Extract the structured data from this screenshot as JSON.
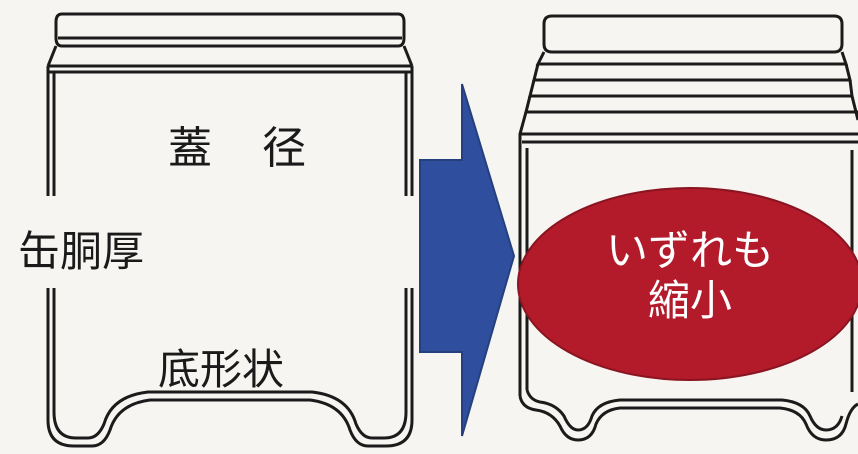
{
  "labels": {
    "lid_diameter": "蓋 径",
    "can_wall_thickness": "缶胴厚",
    "bottom_shape": "底形状"
  },
  "result": {
    "line1": "いずれも",
    "line2": "縮小"
  },
  "colors": {
    "background": "#f6f5f1",
    "outline": "#1b1b1b",
    "arrow": "#2f4f9e",
    "oval": "#b31b2b",
    "oval_text": "#ffffff"
  },
  "icons": {
    "arrow": "right-arrow-icon"
  }
}
